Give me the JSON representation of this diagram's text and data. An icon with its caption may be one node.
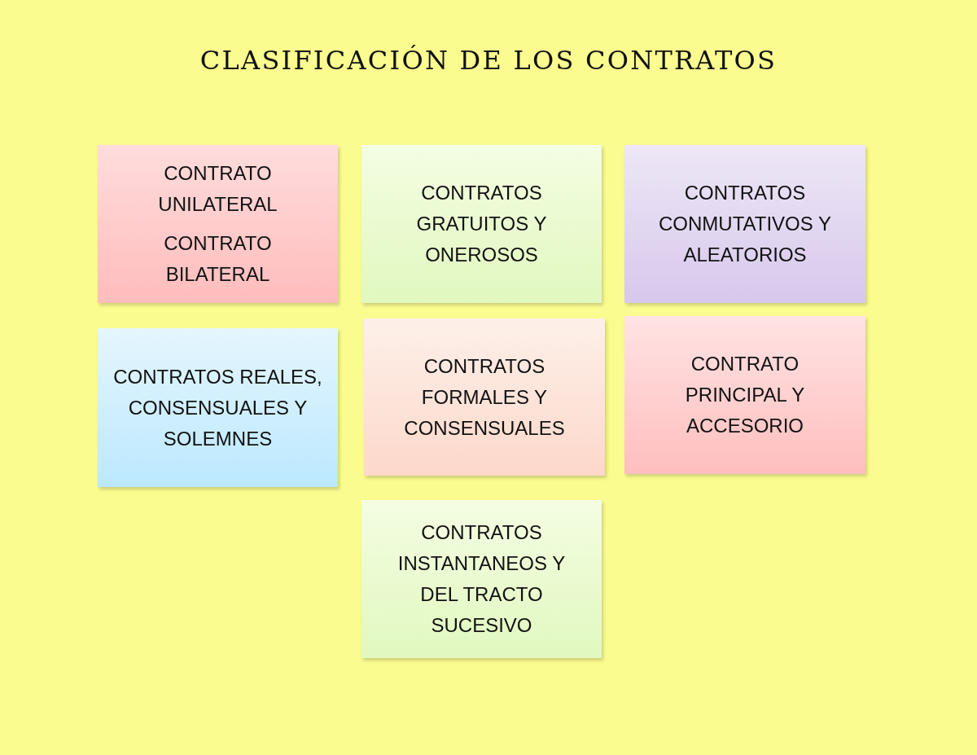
{
  "diagram": {
    "title": "CLASIFICACIÓN DE LOS CONTRATOS",
    "nodes": [
      {
        "text": [
          "CONTRATO UNILATERAL",
          "CONTRATO BILATERAL"
        ]
      },
      {
        "text": [
          "CONTRATOS GRATUITOS Y ONEROSOS"
        ]
      },
      {
        "text": [
          "CONTRATOS CONMUTATIVOS Y ALEATORIOS"
        ]
      },
      {
        "text": [
          "CONTRATOS REALES, CONSENSUALES Y SOLEMNES"
        ]
      },
      {
        "text": [
          "CONTRATOS FORMALES Y CONSENSUALES"
        ]
      },
      {
        "text": [
          "CONTRATO PRINCIPAL Y ACCESORIO"
        ]
      },
      {
        "text": [
          "CONTRATOS INSTANTANEOS Y DEL TRACTO SUCESIVO"
        ]
      }
    ]
  }
}
